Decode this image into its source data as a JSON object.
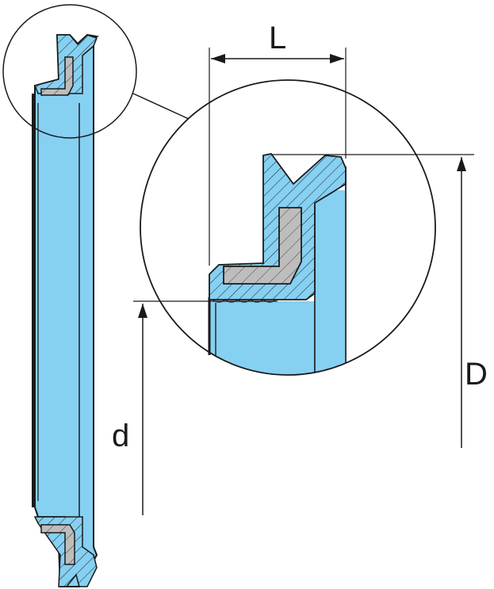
{
  "diagram": {
    "subject": "lip-seal-cross-section",
    "dimensions": {
      "width_label": "L",
      "outer_diameter_label": "D",
      "inner_diameter_label": "d"
    },
    "colors": {
      "seal_fill": "#86d0f2",
      "metal_insert_fill": "#bdbdbd",
      "outline": "#1a1a1a",
      "background": "#ffffff"
    }
  }
}
